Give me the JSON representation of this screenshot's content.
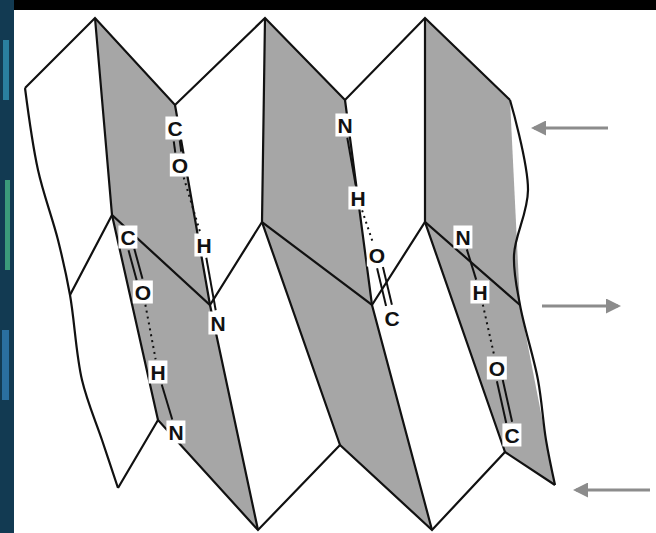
{
  "diagram": {
    "labels": [
      "C",
      "O",
      "H",
      "N",
      "C",
      "O",
      "H",
      "N",
      "N",
      "H",
      "O",
      "C",
      "N",
      "H",
      "O",
      "C"
    ]
  }
}
